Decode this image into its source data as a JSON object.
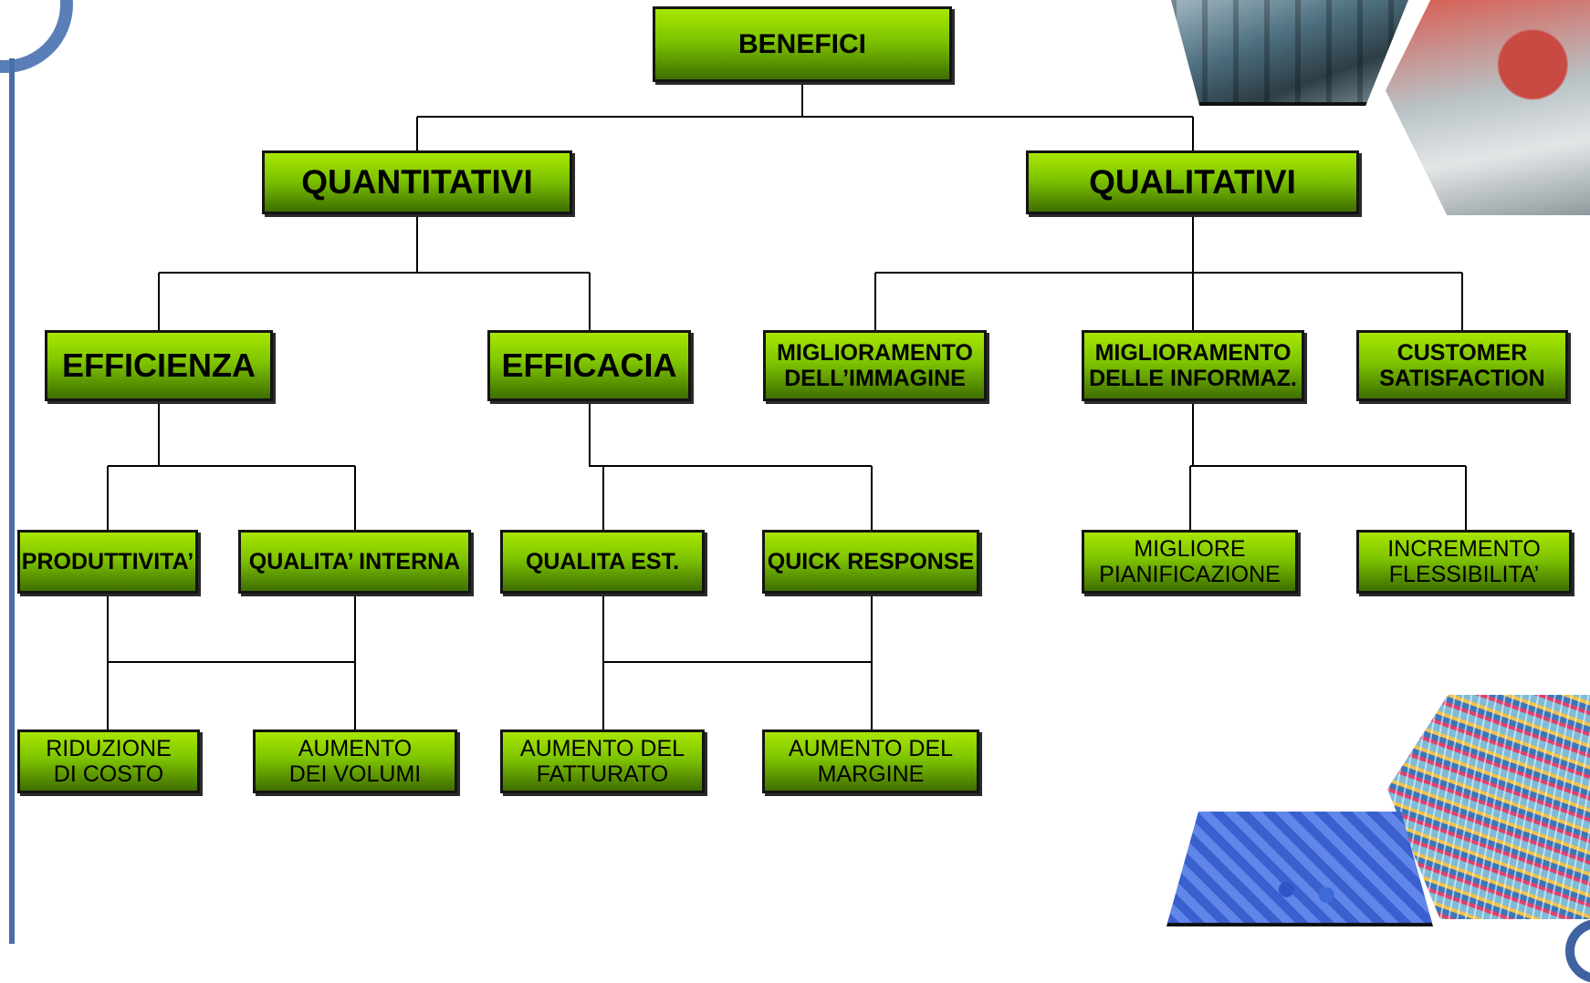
{
  "diagram": {
    "root": {
      "label": "BENEFICI"
    },
    "quantitativi": {
      "label": "QUANTITATIVI"
    },
    "qualitativi": {
      "label": "QUALITATIVI"
    },
    "efficienza": {
      "label": "EFFICIENZA"
    },
    "efficacia": {
      "label": "EFFICACIA"
    },
    "miglioramento_immagine": {
      "label": "MIGLIORAMENTO\nDELL’IMMAGINE"
    },
    "miglioramento_informaz": {
      "label": "MIGLIORAMENTO\nDELLE INFORMAZ."
    },
    "customer_satisfaction": {
      "label": "CUSTOMER\nSATISFACTION"
    },
    "produttivita": {
      "label": "PRODUTTIVITA’"
    },
    "qualita_interna": {
      "label": "QUALITA’ INTERNA"
    },
    "qualita_est": {
      "label": "QUALITA EST."
    },
    "quick_response": {
      "label": "QUICK RESPONSE"
    },
    "migliore_pianificazione": {
      "label": "MIGLIORE\nPIANIFICAZIONE"
    },
    "incremento_flessibilita": {
      "label": "INCREMENTO\nFLESSIBILITA’"
    },
    "riduzione_costo": {
      "label": "RIDUZIONE\nDI COSTO"
    },
    "aumento_volumi": {
      "label": "AUMENTO\nDEI VOLUMI"
    },
    "aumento_fatturato": {
      "label": "AUMENTO DEL\nFATTURATO"
    },
    "aumento_margine": {
      "label": "AUMENTO DEL\nMARGINE"
    }
  },
  "theme": {
    "box_gradient_top": "#a8e600",
    "box_gradient_bottom": "#3f6e00",
    "box_border": "#141414",
    "line_color": "#000000",
    "frame_blue": "#4a6ea6"
  }
}
